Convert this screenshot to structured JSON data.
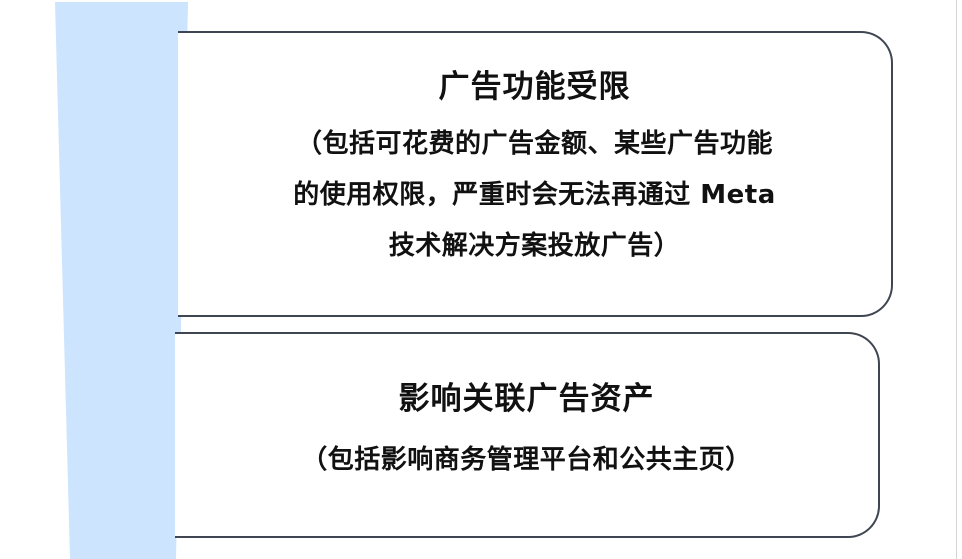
{
  "colors": {
    "accent_bar": "#cce4fd",
    "card_border": "#3f4651",
    "text": "#111111",
    "background": "#ffffff"
  },
  "cards": [
    {
      "title": "广告功能受限",
      "description_lines": [
        "（包括可花费的广告金额、某些广告功能",
        "的使用权限，严重时会无法再通过 Meta",
        "技术解决方案投放广告）"
      ]
    },
    {
      "title": "影响关联广告资产",
      "description_lines": [
        "（包括影响商务管理平台和公共主页）"
      ]
    }
  ]
}
